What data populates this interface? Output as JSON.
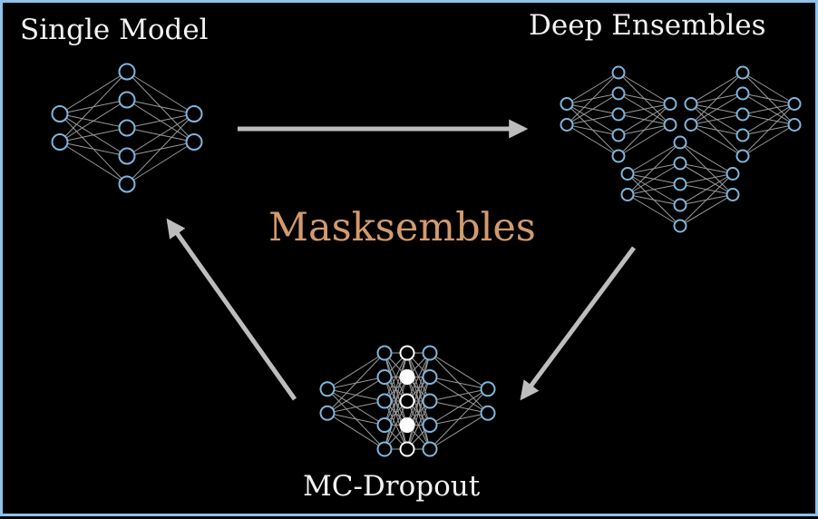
{
  "labels": {
    "single_model": "Single Model",
    "deep_ensembles": "Deep Ensembles",
    "mc_dropout": "MC-Dropout",
    "center_title": "Masksembles"
  },
  "colors": {
    "background": "#000000",
    "frame": "#8fc3ea",
    "node_stroke": "#7fb6dc",
    "edge": "#9a9a9a",
    "arrow": "#bdbdbd",
    "title": "#d39a6e",
    "label": "#f2f2f2",
    "dropped_node_fill": "#ffffff"
  },
  "network": {
    "layers": [
      2,
      5,
      2
    ],
    "mc_dropout_layers": [
      2,
      5,
      5,
      5,
      2
    ],
    "mc_dropout_mask": [
      "off",
      "on",
      "off",
      "on",
      "off"
    ]
  }
}
